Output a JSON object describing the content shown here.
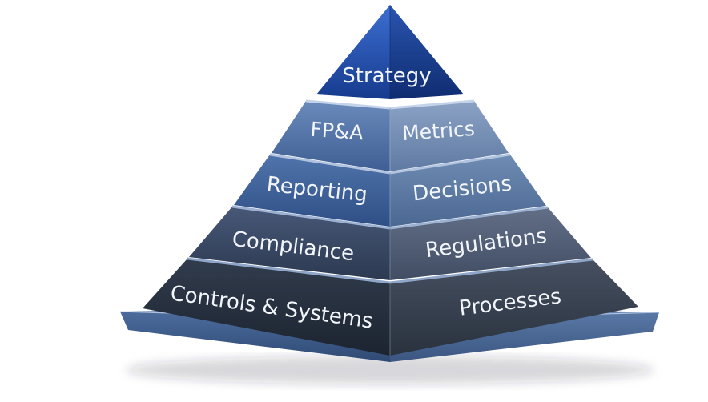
{
  "diagram": {
    "tiers": [
      {
        "left": "Strategy",
        "right": ""
      },
      {
        "left": "FP&A",
        "right": "Metrics"
      },
      {
        "left": "Reporting",
        "right": "Decisions"
      },
      {
        "left": "Compliance",
        "right": "Regulations"
      },
      {
        "left": "Controls & Systems",
        "right": "Processes"
      }
    ],
    "colors": {
      "apex_front": "#1d3f8c",
      "apex_side": "#14306f",
      "tier1_left": "#4f6f9e",
      "tier1_right": "#6f88ac",
      "tier2_left": "#3a5c92",
      "tier2_right": "#5c7aa3",
      "tier3_left": "#36445e",
      "tier3_right": "#4e5b72",
      "tier4_left": "#25303f",
      "tier4_right": "#363f4d",
      "base_top": "#5f7fb0",
      "base_front": "#3b5a8c"
    }
  }
}
